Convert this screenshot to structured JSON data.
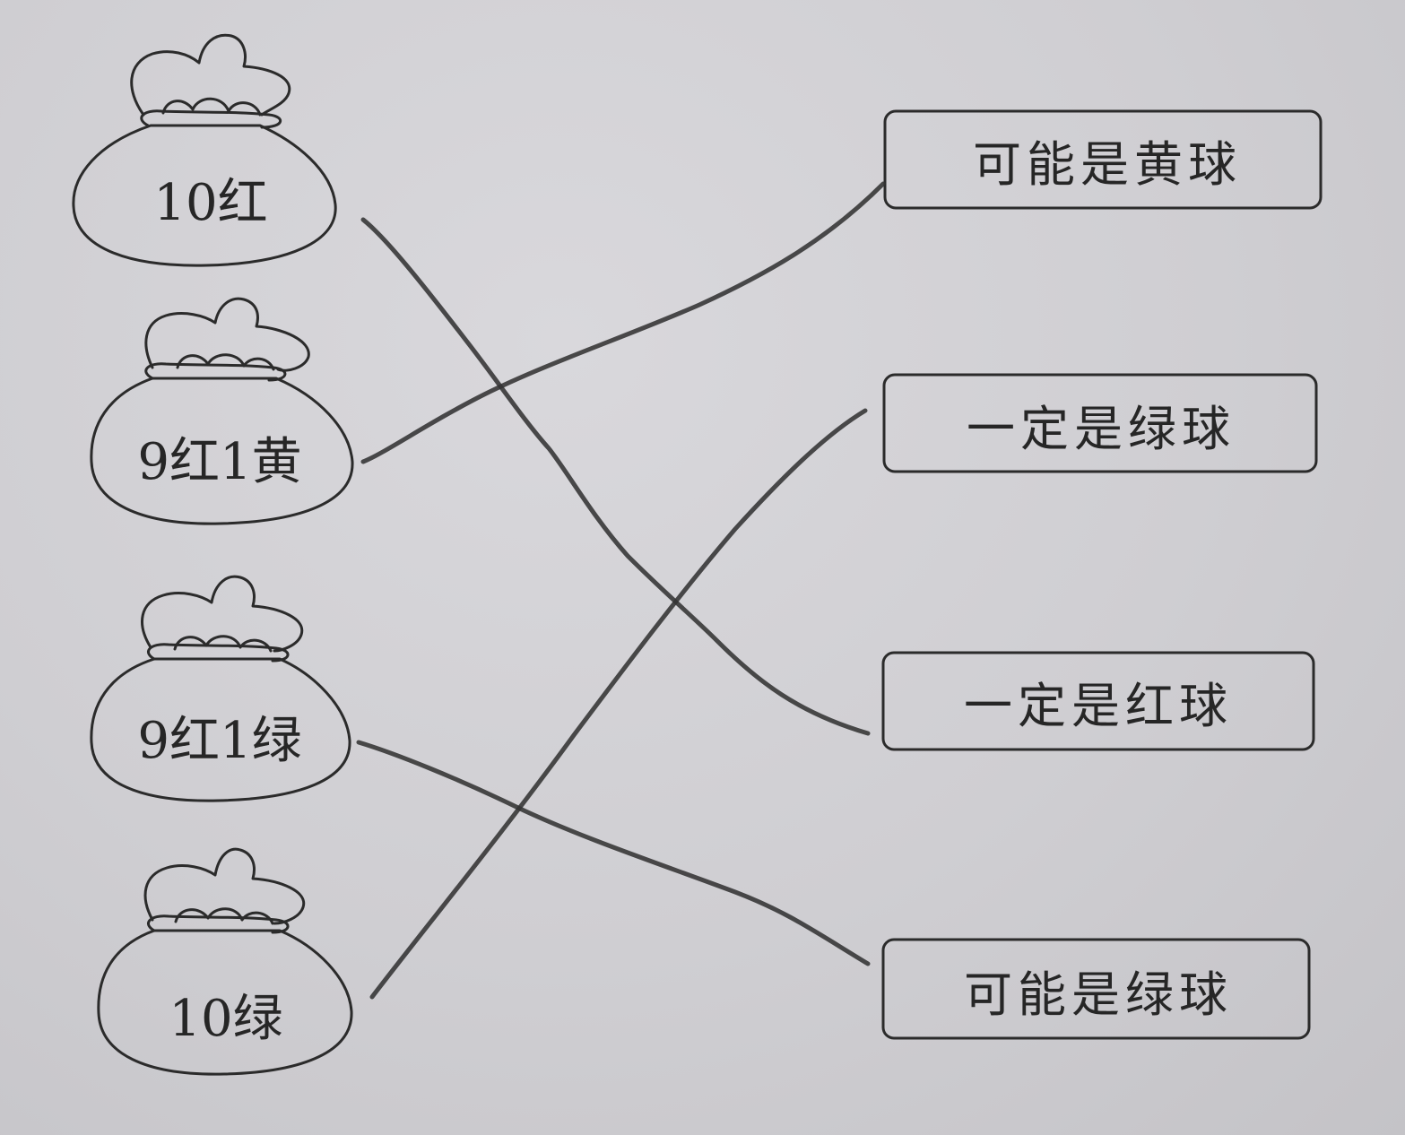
{
  "bags": [
    {
      "id": "10red",
      "label": "10红"
    },
    {
      "id": "9red1yellow",
      "label": "9红1黄"
    },
    {
      "id": "9red1green",
      "label": "9红1绿"
    },
    {
      "id": "10green",
      "label": "10绿"
    }
  ],
  "outcomes": [
    {
      "id": "maybe-yellow",
      "label": "可能是黄球"
    },
    {
      "id": "surely-green",
      "label": "一定是绿球"
    },
    {
      "id": "surely-red",
      "label": "一定是红球"
    },
    {
      "id": "maybe-green",
      "label": "可能是绿球"
    }
  ],
  "matches": [
    {
      "from": "10红",
      "to": "一定是红球"
    },
    {
      "from": "9红1黄",
      "to": "可能是黄球"
    },
    {
      "from": "9红1绿",
      "to": "可能是绿球"
    },
    {
      "from": "10绿",
      "to": "一定是绿球"
    }
  ]
}
